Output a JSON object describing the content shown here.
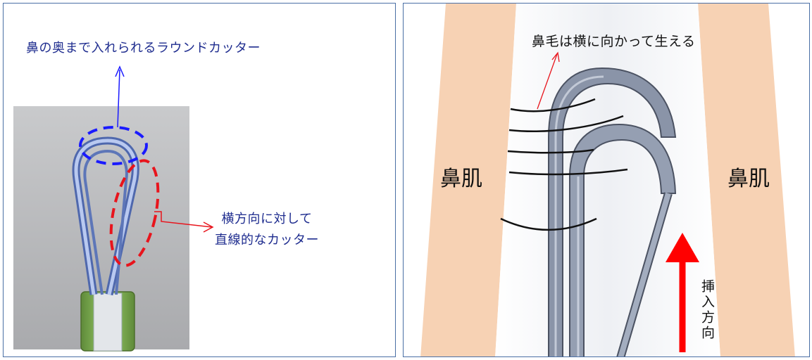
{
  "left_panel": {
    "round_cutter_label": "鼻の奥まで入れられるラウンドカッター",
    "straight_cutter_label_line1": "横方向に対して",
    "straight_cutter_label_line2": "直線的なカッター"
  },
  "right_panel": {
    "nose_hair_label": "鼻毛は横に向かって生える",
    "nose_skin_left": "鼻肌",
    "nose_skin_right": "鼻肌",
    "insertion_direction_label": "挿入方向"
  },
  "colors": {
    "panel_border": "#4a6fa5",
    "label_blue": "#1f2d8f",
    "highlight_blue": "#1a1aff",
    "highlight_red": "#e8141c",
    "skin": "#f7d2b4",
    "cutter_steel": "#8a94a8",
    "handle_green": "#7fae52"
  }
}
